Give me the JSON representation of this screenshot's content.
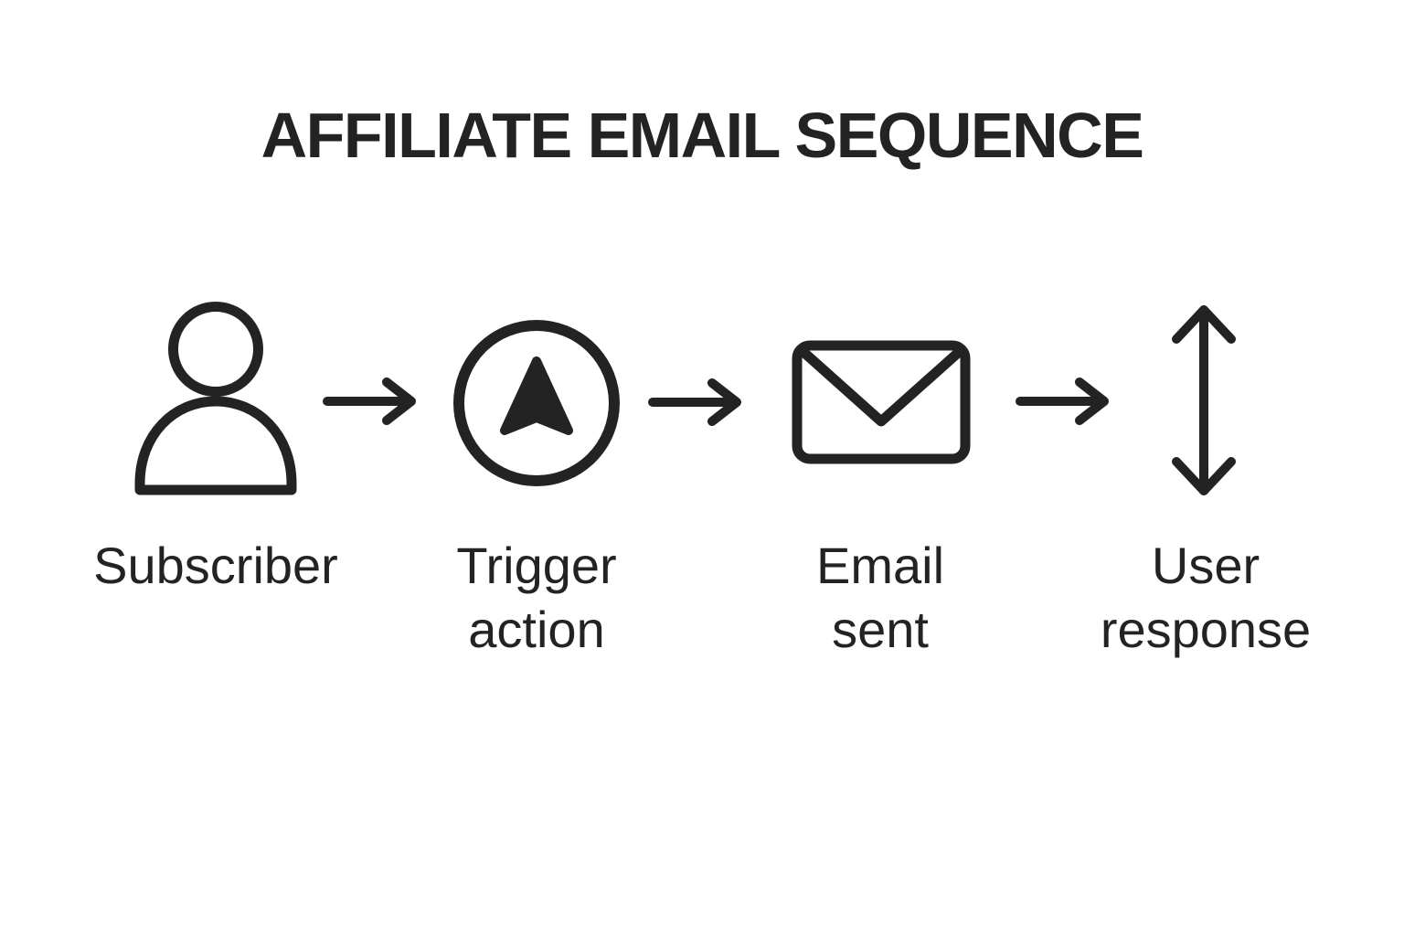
{
  "title": "AFFILIATE EMAIL SEQUENCE",
  "colors": {
    "ink": "#232323",
    "background": "#ffffff"
  },
  "steps": [
    {
      "label": "Subscriber",
      "icon": "person-icon"
    },
    {
      "label": "Trigger\naction",
      "icon": "navigation-arrow-icon"
    },
    {
      "label": "Email\nsent",
      "icon": "envelope-icon"
    },
    {
      "label": "User\nresponse",
      "icon": "up-down-arrow-icon"
    }
  ],
  "connectors": [
    {
      "icon": "arrow-right-icon"
    },
    {
      "icon": "arrow-right-icon"
    },
    {
      "icon": "arrow-right-icon"
    }
  ]
}
